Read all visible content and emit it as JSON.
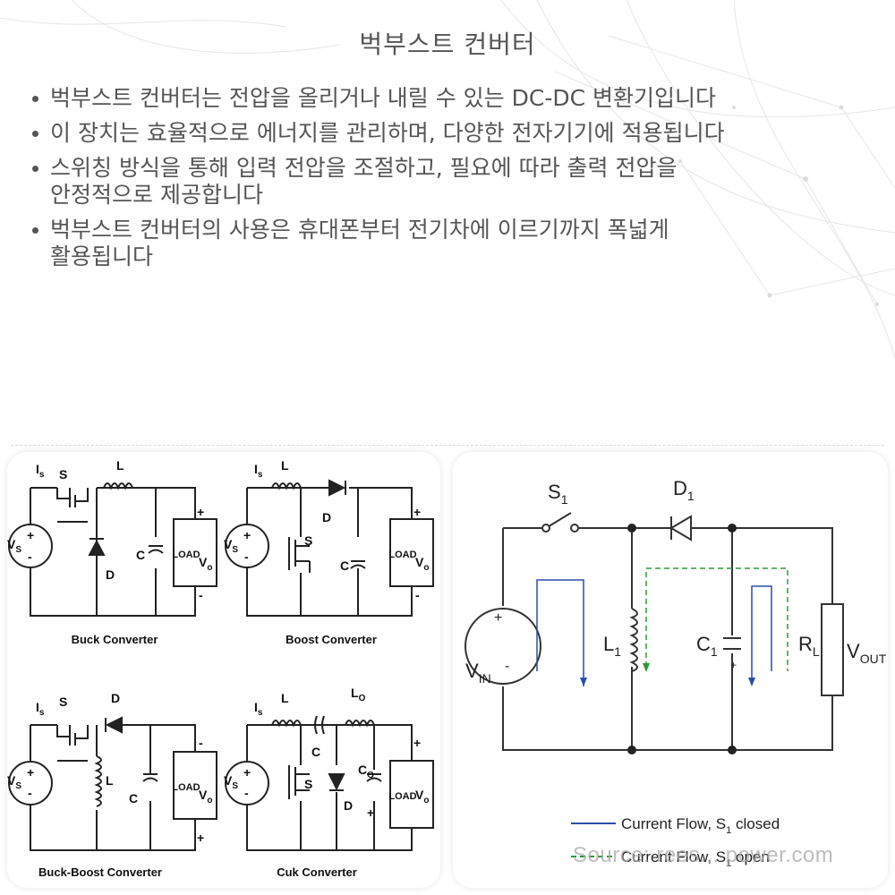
{
  "title": "벅부스트 컨버터",
  "bullets": [
    {
      "line1": "벅부스트 컨버터는 전압을 올리거나 내릴 수 있는 DC-DC 변환기입니다",
      "line2": ""
    },
    {
      "line1": "이 장치는 효율적으로 에너지를 관리하며, 다양한 전자기기에 적용됩니다",
      "line2": ""
    },
    {
      "line1": "스위칭 방식을 통해 입력 전압을 조절하고, 필요에 따라 출력 전압을",
      "line2": "안정적으로 제공합니다"
    },
    {
      "line1": "벅부스트 컨버터의 사용은 휴대폰부터 전기차에 이르기까지 폭넓게",
      "line2": "활용됩니다"
    }
  ],
  "left_figure": {
    "captions": {
      "buck": "Buck Converter",
      "boost": "Boost Converter",
      "buck_boost": "Buck-Boost Converter",
      "cuk": "Cuk Converter"
    },
    "labels": {
      "is": "I",
      "is_sub": "s",
      "s": "S",
      "l": "L",
      "d": "D",
      "c": "C",
      "load": "LOAD",
      "vs": "V",
      "vs_sub": "S",
      "vo": "V",
      "vo_sub": "o",
      "lo": "L",
      "lo_sub": "O",
      "co": "C",
      "co_sub": "O",
      "plus": "+",
      "minus": "-"
    }
  },
  "right_figure": {
    "labels": {
      "s1": "S",
      "s1_sub": "1",
      "d1": "D",
      "d1_sub": "1",
      "l1": "L",
      "l1_sub": "1",
      "c1": "C",
      "c1_sub": "1",
      "rl": "R",
      "rl_sub": "L",
      "vout": "V",
      "vout_sub": "OUT",
      "vin": "V",
      "vin_sub": "IN",
      "plus": "+",
      "minus": "-"
    },
    "legend": [
      {
        "text": "Current Flow, S",
        "sub": "1",
        "suffix": " closed",
        "color": "#2a4fa8",
        "style": "solid"
      },
      {
        "text": "Current Flow, S",
        "sub": "1",
        "suffix": " open",
        "color": "#2e9a3a",
        "style": "dashed"
      }
    ],
    "watermark": "Source: rees... power.com"
  }
}
